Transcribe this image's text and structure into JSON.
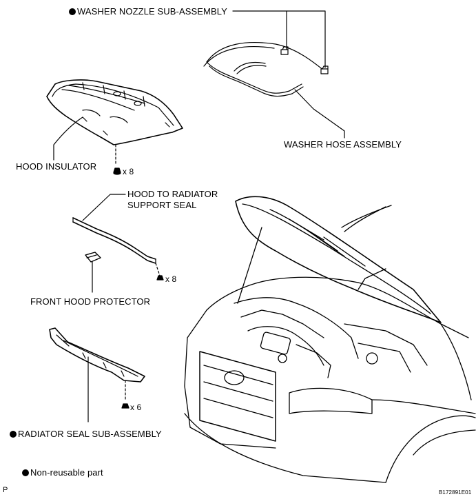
{
  "parts": {
    "washer_nozzle": "WASHER NOZZLE SUB-ASSEMBLY",
    "washer_hose": "WASHER HOSE ASSEMBLY",
    "hood_insulator": "HOOD INSULATOR",
    "hood_insulator_qty": "x 8",
    "hood_seal_line1": "HOOD TO RADIATOR",
    "hood_seal_line2": "SUPPORT SEAL",
    "hood_seal_qty": "x 8",
    "front_hood_protector": "FRONT HOOD PROTECTOR",
    "radiator_seal": "RADIATOR SEAL SUB-ASSEMBLY",
    "radiator_seal_qty": "x 6"
  },
  "legend": {
    "non_reusable": "Non-reusable part"
  },
  "footer": {
    "left_mark": "P",
    "figure_code": "B172891E01"
  }
}
